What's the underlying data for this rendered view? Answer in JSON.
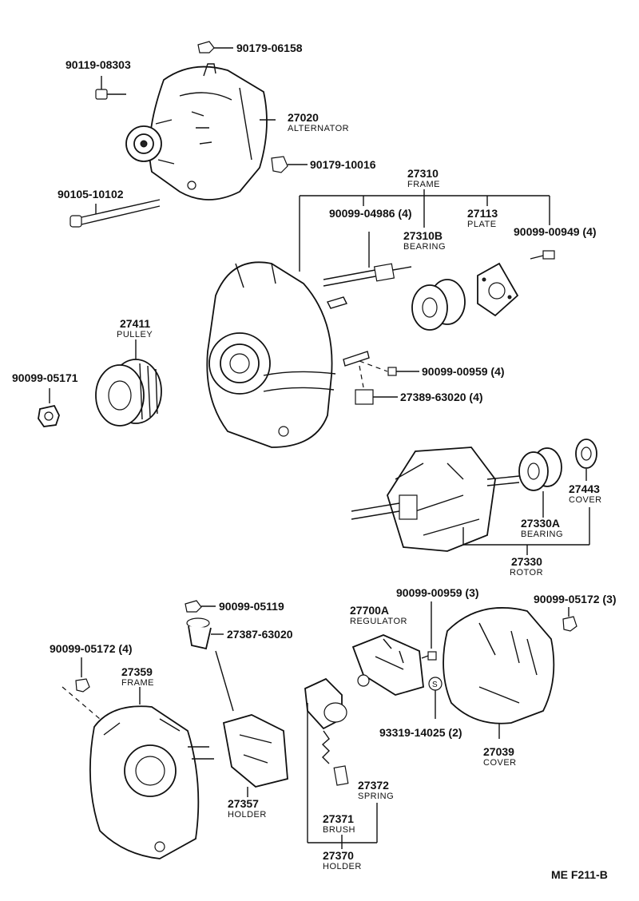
{
  "parts": {
    "nut_top": "90179-06158",
    "bolt_top": "90119-08303",
    "alternator_no": "27020",
    "alternator_name": "ALTERNATOR",
    "nut_mid": "90179-10016",
    "long_bolt": "90105-10102",
    "frame_no": "27310",
    "frame_name": "FRAME",
    "stud_bolt": "90099-04986 (4)",
    "plate_no": "27113",
    "plate_name": "PLATE",
    "screw_plate": "90099-00949 (4)",
    "bearing_no": "27310B",
    "bearing_name": "BEARING",
    "pulley_no": "27411",
    "pulley_name": "PULLEY",
    "pulley_nut": "90099-05171",
    "screw_term": "90099-00959 (4)",
    "insulator": "27389-63020 (4)",
    "cover_r_no": "27443",
    "cover_r_name": "COVER",
    "bearing_r_no": "27330A",
    "bearing_r_name": "BEARING",
    "rotor_no": "27330",
    "rotor_name": "ROTOR",
    "nut_holder": "90099-05119",
    "insul_holder": "27387-63020",
    "regulator_no": "27700A",
    "regulator_name": "REGULATOR",
    "screw_reg": "90099-00959 (3)",
    "nut_cover": "90099-05172 (3)",
    "nut_frame": "90099-05172 (4)",
    "frame2_no": "27359",
    "frame2_name": "FRAME",
    "holder_no": "27357",
    "holder_name": "HOLDER",
    "spring_no": "27372",
    "spring_name": "SPRING",
    "brush_no": "27371",
    "brush_name": "BRUSH",
    "holder2_no": "27370",
    "holder2_name": "HOLDER",
    "washer": "93319-14025 (2)",
    "cover_no": "27039",
    "cover_name": "COVER"
  },
  "footer": {
    "code": "ME  F211-B"
  }
}
